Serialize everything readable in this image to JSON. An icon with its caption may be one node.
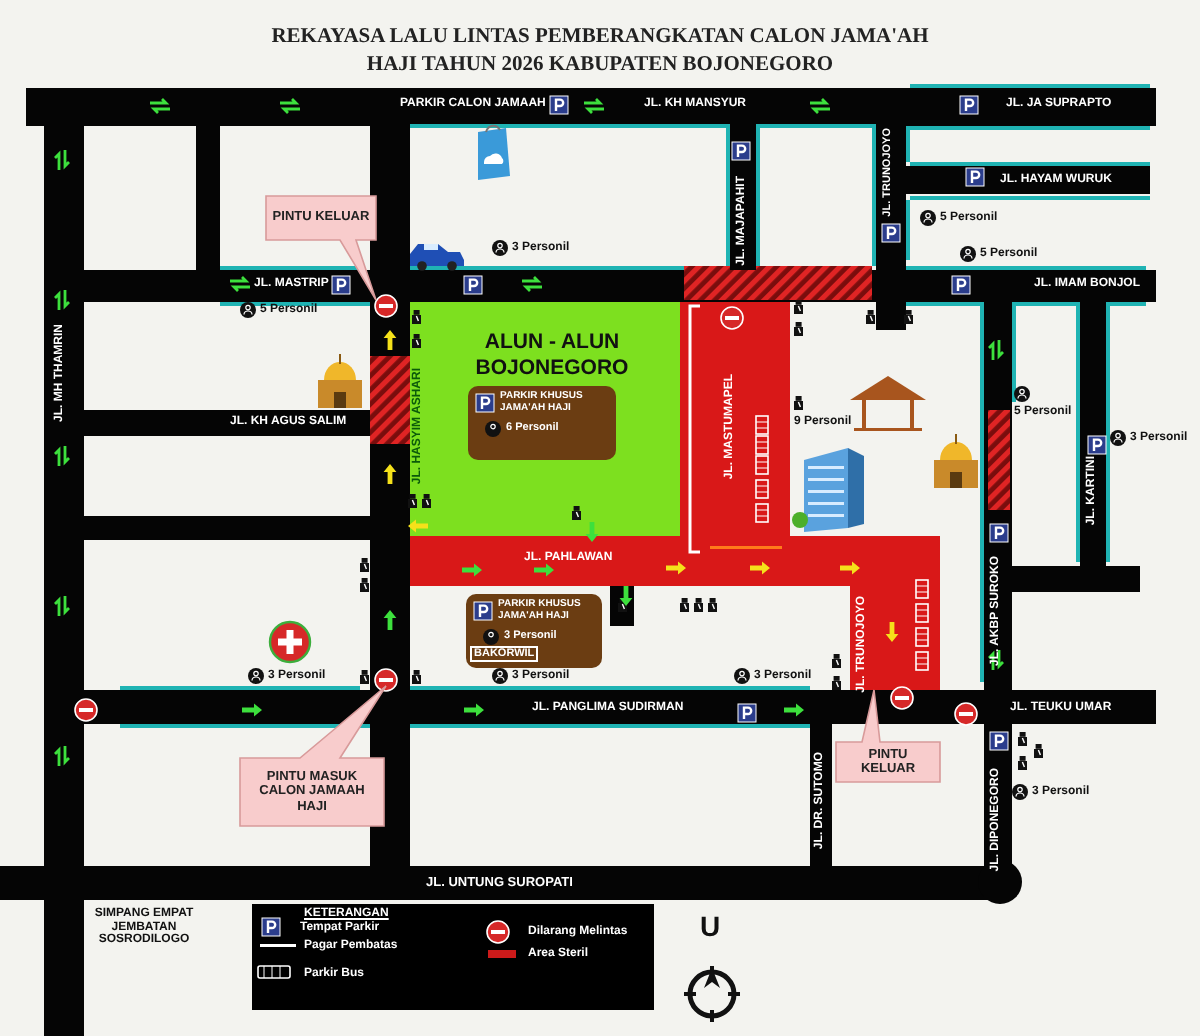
{
  "diagram": {
    "title": "REKAYASA LALU LINTAS PEMBERANGKATAN CALON JAMA'AH HAJI TAHUN 2026 KABUPATEN BOJONEGORO",
    "labels": [
      "PARKIR CALON JAMAAH",
      "JL. KH MANSYUR",
      "JL. JA SUPRAPTO",
      "JL. TRUNOJOYO",
      "JL. HAYAM WURUK",
      "JL. MAJAPAHIT",
      "PINTU KELUAR",
      "5 Personil",
      "3 Personil",
      "5 Personil",
      "JL. MASTRIP",
      "JL. IMAM BONJOL",
      "5 Personil",
      "JL. MH THAMRIN",
      "ALUN - ALUN BOJONEGORO",
      "JL. MASTUMAPEL",
      "9 Personil",
      "5 Personil",
      "PARKIR KHUSUS JAMA'AH HAJI",
      "6 Personil",
      "JL. KH AGUS SALIM",
      "JL. HASYIM ASHARI",
      "3 Personil",
      "JL. KARTINI",
      "JL. PAHLAWAN",
      "PARKIR KHUSUS JAMA'AH HAJI",
      "3 Personil",
      "BAKORWIL",
      "JL. TRUNOJOYO",
      "JL. AKBP SUROKO",
      "3 Personil",
      "3 Personil",
      "3 Personil",
      "JL. PANGLIMA SUDIRMAN",
      "JL. TEUKU UMAR",
      "PINTU MASUK CALON JAMAAH HAJI",
      "PINTU KELUAR",
      "JL. DR. SUTOMO",
      "JL. DIPONEGORO",
      "3 Personil",
      "JL. UNTUNG SUROPATI",
      "SIMPANG EMPAT JEMBATAN SOSRODILOGO",
      "KETERANGAN",
      "U"
    ],
    "legend": [
      {
        "text": "Tempat Parkir"
      },
      {
        "text": "Pagar Pembatas"
      },
      {
        "text": "Parkir Bus"
      },
      {
        "text": "Dilarang Melintas"
      },
      {
        "text": "Area Steril",
        "color": "#cc1a1a"
      }
    ]
  }
}
